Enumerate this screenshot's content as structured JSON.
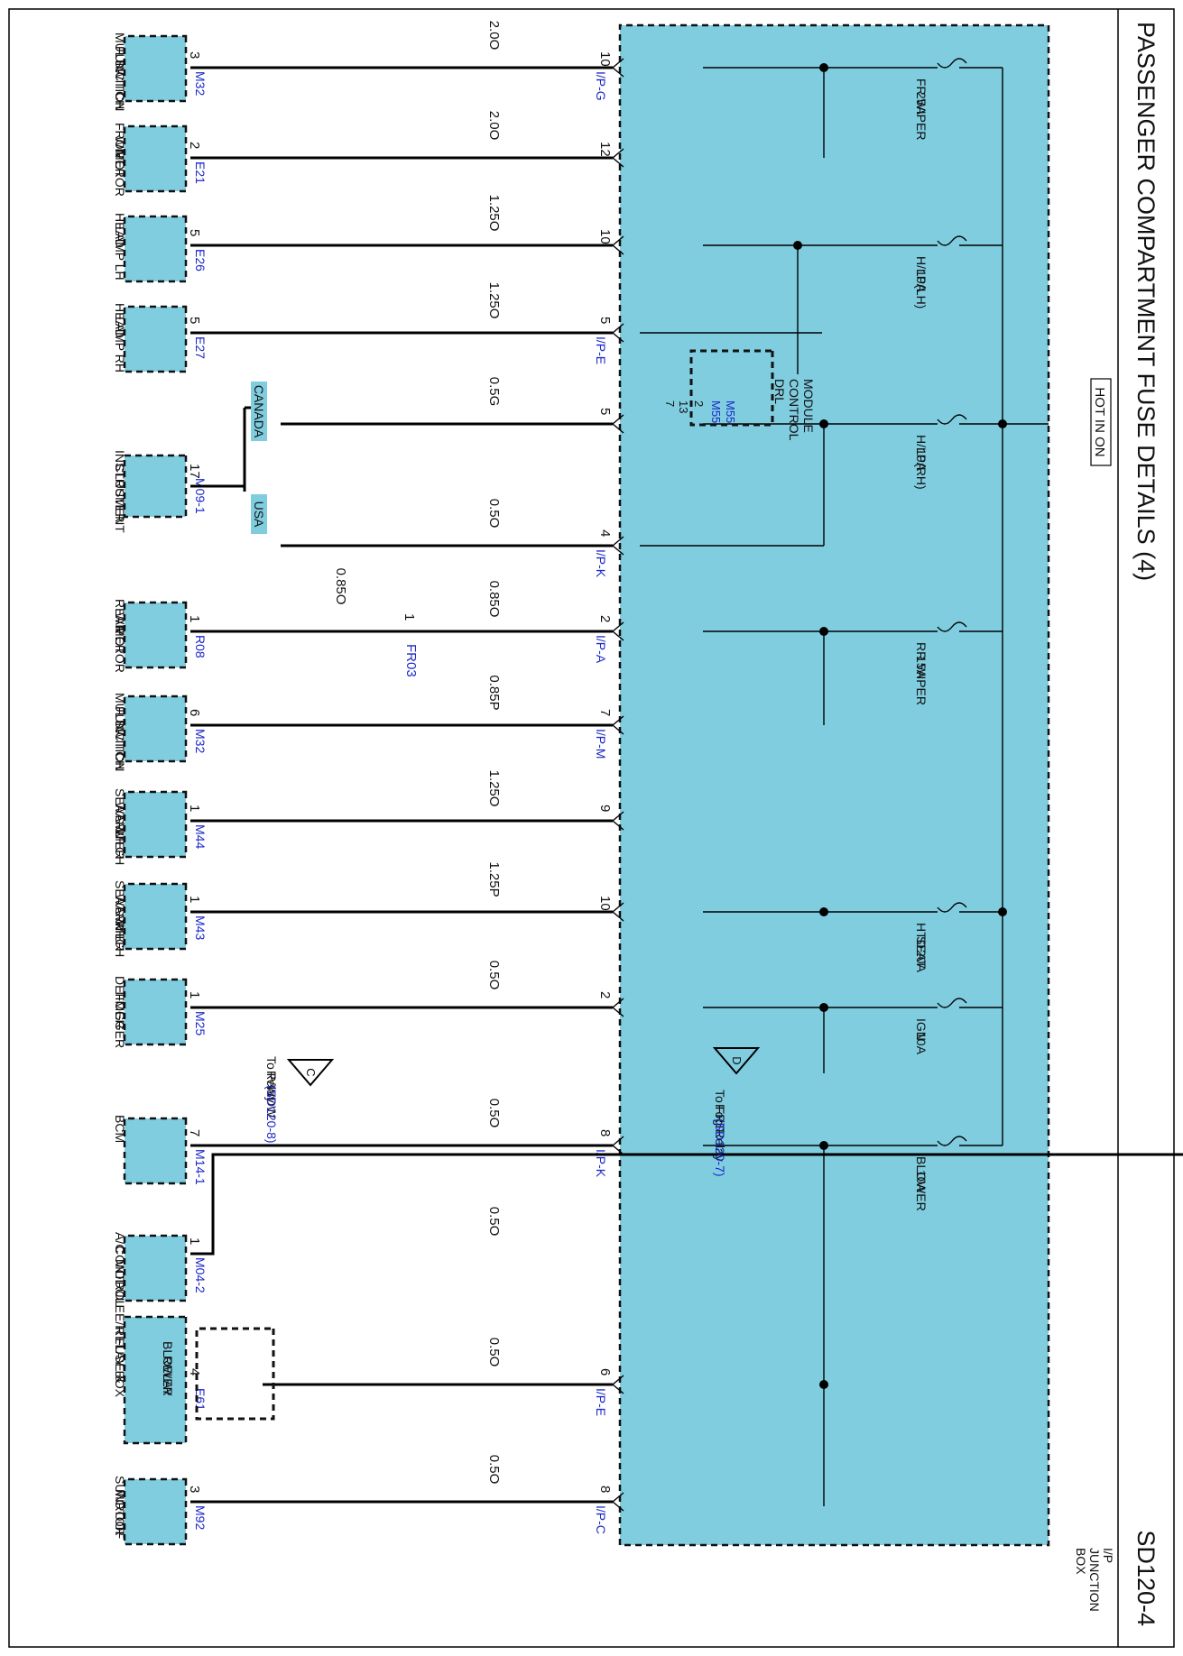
{
  "page": {
    "title": "PASSENGER COMPARTMENT FUSE DETAILS (4)",
    "code": "SD120-4",
    "hot_label": "HOT IN ON",
    "junction_label": [
      "I/P",
      "JUNCTION",
      "BOX"
    ]
  },
  "fuses": [
    {
      "id": "fr-wiper",
      "lines": [
        "FR WIPER",
        "25A"
      ]
    },
    {
      "id": "hlp-lh",
      "lines": [
        "H/LP(LH)",
        "10A"
      ]
    },
    {
      "id": "hlp-rh",
      "lines": [
        "H/LP(RH)",
        "10A"
      ]
    },
    {
      "id": "rr-wiper",
      "lines": [
        "RR WIPER",
        "15A"
      ]
    },
    {
      "id": "htd-seat",
      "lines": [
        "HTD",
        "SEAT",
        "20A"
      ]
    },
    {
      "id": "ign",
      "lines": [
        "IGN",
        "10A"
      ]
    },
    {
      "id": "blower",
      "lines": [
        "BLOWER",
        "10A"
      ]
    }
  ],
  "circuits": [
    {
      "id": "multi-function-switch-1",
      "jb_pin": "10",
      "jb_conn": "I/P-G",
      "wire": "2.0O",
      "comp_pin": "3",
      "comp_conn": "M32",
      "component": [
        "MULTI-",
        "FUNCTION",
        "SWITCH"
      ]
    },
    {
      "id": "front-wiper-motor",
      "jb_pin": "12",
      "jb_conn": "",
      "wire": "2.0O",
      "comp_pin": "2",
      "comp_conn": "E21",
      "component": [
        "FRONT",
        "WIPER",
        "MOTOR"
      ]
    },
    {
      "id": "head-lamp-lh",
      "jb_pin": "10",
      "jb_conn": "",
      "wire": "1.25O",
      "comp_pin": "5",
      "comp_conn": "E26",
      "component": [
        "HEAD",
        "LAMP LH"
      ]
    },
    {
      "id": "head-lamp-rh",
      "jb_pin": "5",
      "jb_conn": "I/P-E",
      "wire": "1.25O",
      "comp_pin": "5",
      "comp_conn": "E27",
      "component": [
        "HEAD",
        "LAMP RH"
      ]
    },
    {
      "id": "canada",
      "jb_pin": "5",
      "jb_conn": "",
      "wire": "0.5G",
      "comp_pin": "",
      "comp_conn": "",
      "component": []
    },
    {
      "id": "usa",
      "jb_pin": "4",
      "jb_conn": "I/P-K",
      "wire": "0.5O",
      "comp_pin": "",
      "comp_conn": "",
      "component": []
    },
    {
      "id": "rear-wiper-motor",
      "jb_pin": "2",
      "jb_conn": "I/P-A",
      "wire": "0.85O",
      "comp_pin": "1",
      "comp_conn": "R08",
      "component": [
        "REAR",
        "WIPER",
        "MOTOR"
      ]
    },
    {
      "id": "multi-function-switch-2",
      "jb_pin": "7",
      "jb_conn": "I/P-M",
      "wire": "0.85P",
      "comp_pin": "6",
      "comp_conn": "M32",
      "component": [
        "MULTI-",
        "FUNCTION",
        "SWITCH"
      ]
    },
    {
      "id": "seat-warmer-lh",
      "jb_pin": "9",
      "jb_conn": "",
      "wire": "1.25O",
      "comp_pin": "1",
      "comp_conn": "M44",
      "component": [
        "SEAT",
        "WARMER",
        "SWITCH",
        "LH"
      ]
    },
    {
      "id": "seat-warmer-rh",
      "jb_pin": "10",
      "jb_conn": "",
      "wire": "1.25P",
      "comp_pin": "1",
      "comp_conn": "M43",
      "component": [
        "SEAT",
        "WARMER",
        "SWITCH",
        "RH"
      ]
    },
    {
      "id": "defogger-timer",
      "jb_pin": "2",
      "jb_conn": "",
      "wire": "0.5O",
      "comp_pin": "1",
      "comp_conn": "M25",
      "component": [
        "DEFOGGER",
        "TIMER"
      ]
    },
    {
      "id": "bcm",
      "jb_pin": "8",
      "jb_conn": "I/P-K",
      "wire": "0.5O",
      "comp_pin": "7",
      "comp_conn": "M14-1",
      "component": [
        "BCM"
      ]
    },
    {
      "id": "ac-control-module",
      "jb_pin": "",
      "jb_conn": "",
      "wire": "0.5O",
      "comp_pin": "1",
      "comp_conn": "M04-2",
      "component": [
        "A/C",
        "CONTROL",
        "MODULE"
      ]
    },
    {
      "id": "blower-relay",
      "jb_pin": "6",
      "jb_conn": "I/P-E",
      "wire": "0.5O",
      "comp_pin": "4",
      "comp_conn": "E61",
      "component": [
        "E/R FUSE &",
        "RELAY BOX"
      ]
    },
    {
      "id": "sunroof-motor",
      "jb_pin": "8",
      "jb_conn": "I/P-C",
      "wire": "0.5O",
      "comp_pin": "3",
      "comp_conn": "M92",
      "component": [
        "SUNROOF",
        "MOTOR"
      ]
    }
  ],
  "instrument_cluster": {
    "pin": "17",
    "connector": "M09-1",
    "lines": [
      "INSTRUMENT",
      "CLUSTER"
    ],
    "canada": "CANADA",
    "usa": "USA"
  },
  "drl_module": {
    "lines": [
      "DRL",
      "CONTROL",
      "MODULE"
    ],
    "pin_a": "7",
    "pin_b": "13",
    "pin_c": "2",
    "conn_top": "M55",
    "conn_bottom": "M55"
  },
  "fr03": {
    "pin": "1",
    "connector": "FR03",
    "wire": "0.85O"
  },
  "blower_relay_inner": [
    "BLOWER",
    "RELAY"
  ],
  "ref_d": {
    "letter": "D",
    "lines": [
      "To FRT",
      "Fog Relay"
    ],
    "ref": "(SD120-7)"
  },
  "ref_c": {
    "letter": "C",
    "lines": [
      "To P/WDW",
      "Relay"
    ],
    "ref": "(SD120-8)"
  },
  "colors": {
    "box_fill": "#80cde0",
    "blue_text": "#1a28c8"
  }
}
